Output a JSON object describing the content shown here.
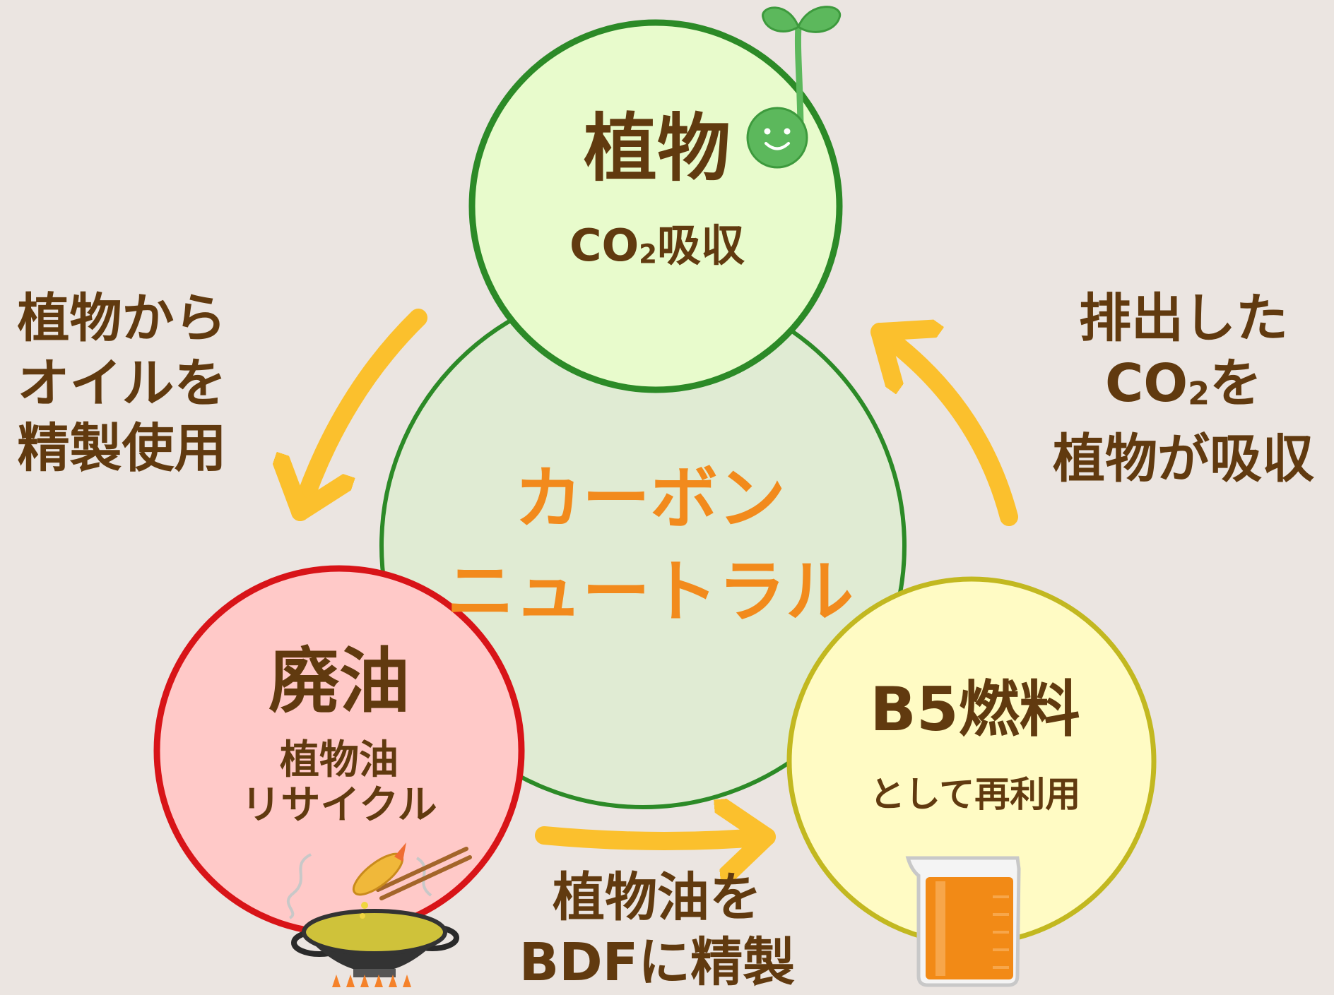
{
  "nodes": {
    "plant": {
      "title": "植物",
      "sub_prefix": "CO",
      "sub_index": "2",
      "sub_suffix": "吸収"
    },
    "center": {
      "line1": "カーボン",
      "line2": "ニュートラル"
    },
    "waste_oil": {
      "title": "廃油",
      "sub_line1": "植物油",
      "sub_line2": "リサイクル"
    },
    "b5_fuel": {
      "title": "B5燃料",
      "sub": "として再利用"
    }
  },
  "edges": {
    "plant_to_waste": {
      "line1": "植物から",
      "line2": "オイルを",
      "line3": "精製使用"
    },
    "waste_to_b5": {
      "line1": "植物油を",
      "line2": "BDFに精製"
    },
    "b5_to_plant": {
      "line1": "排出した",
      "line2_prefix": "CO",
      "line2_index": "2",
      "line2_suffix": "を",
      "line3": "植物が吸収"
    }
  },
  "colors": {
    "background": "#ebe5e1",
    "text_brown": "#613a0f",
    "center_text_orange": "#f28a1c",
    "arrow_yellow": "#fbc02d",
    "plant_border": "#2c8a27",
    "plant_fill": "#e8fbcc",
    "center_border": "#2c8a27",
    "center_fill": "#e0ebd3",
    "waste_border": "#d81418",
    "waste_fill": "#ffc9c8",
    "b5_border": "#c2b820",
    "b5_fill": "#fffbc4"
  },
  "icons": [
    "sprout-icon",
    "tempura-frying-pan-icon",
    "beaker-icon"
  ]
}
